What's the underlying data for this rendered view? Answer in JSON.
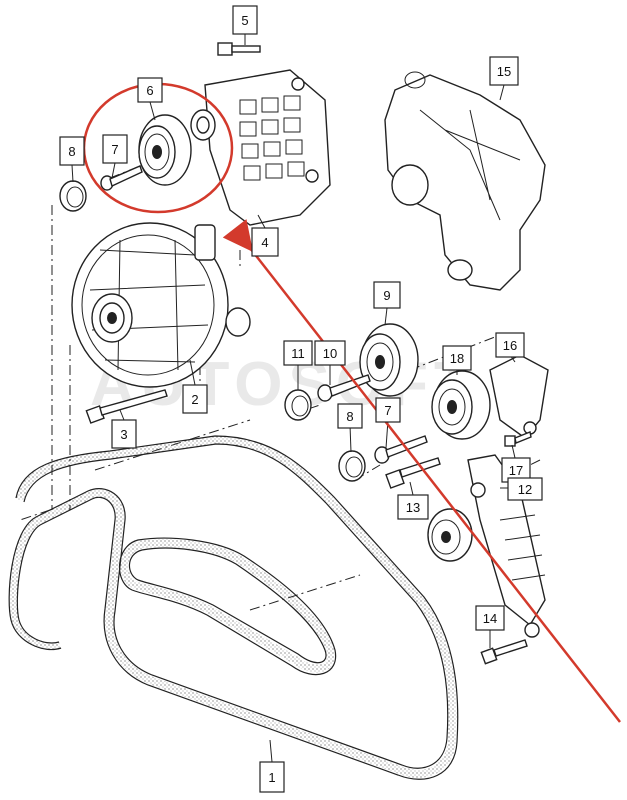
{
  "watermark_text": "AUTOSOFT",
  "callouts": [
    {
      "id": "c1",
      "label": "1"
    },
    {
      "id": "c2",
      "label": "2"
    },
    {
      "id": "c3",
      "label": "3"
    },
    {
      "id": "c4",
      "label": "4"
    },
    {
      "id": "c5",
      "label": "5"
    },
    {
      "id": "c6",
      "label": "6"
    },
    {
      "id": "c7a",
      "label": "7"
    },
    {
      "id": "c8a",
      "label": "8"
    },
    {
      "id": "c9",
      "label": "9"
    },
    {
      "id": "c10",
      "label": "10"
    },
    {
      "id": "c11",
      "label": "11"
    },
    {
      "id": "c12",
      "label": "12"
    },
    {
      "id": "c13",
      "label": "13"
    },
    {
      "id": "c14",
      "label": "14"
    },
    {
      "id": "c15",
      "label": "15"
    },
    {
      "id": "c16",
      "label": "16"
    },
    {
      "id": "c17",
      "label": "17"
    },
    {
      "id": "c18",
      "label": "18"
    },
    {
      "id": "c7b",
      "label": "7"
    },
    {
      "id": "c8b",
      "label": "8"
    }
  ],
  "colors": {
    "line": "#222222",
    "highlight": "#d33a2c",
    "belt_dots": "#555555",
    "watermark": "#e9e9e9"
  }
}
